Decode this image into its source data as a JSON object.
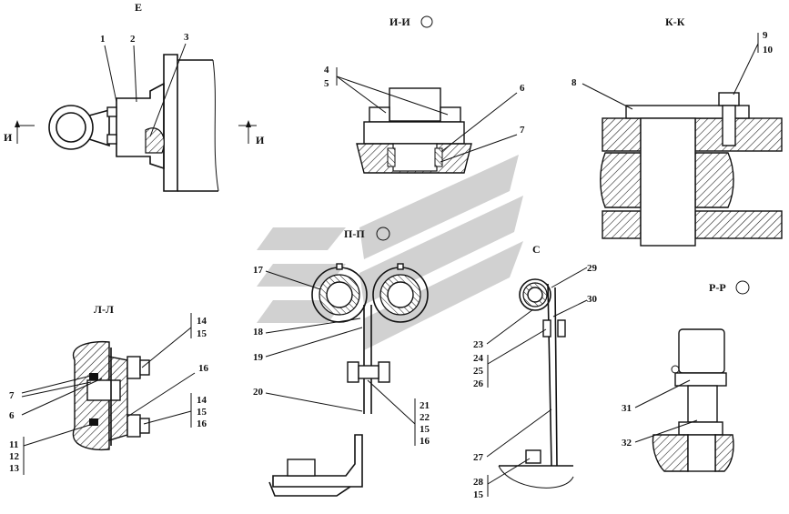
{
  "views": {
    "e": "Е",
    "i": "И-И",
    "k": "К-К",
    "p": "П-П",
    "s": "С",
    "r": "Р-Р",
    "l": "Л-Л"
  },
  "section_arrow": "И",
  "callouts": {
    "c1": "1",
    "c2": "2",
    "c3": "3",
    "c4": "4",
    "c5": "5",
    "c6": "6",
    "c7": "7",
    "c8": "8",
    "c9": "9",
    "c10": "10",
    "c14": "14",
    "c15": "15",
    "c16": "16",
    "c17": "17",
    "c18": "18",
    "c19": "19",
    "c20": "20",
    "c21": "21",
    "c22": "22",
    "c23": "23",
    "c24": "24",
    "c25": "25",
    "c26": "26",
    "c27": "27",
    "c28": "28",
    "c29": "29",
    "c30": "30",
    "c31": "31",
    "c32": "32",
    "c11": "11",
    "c12": "12",
    "c13": "13"
  },
  "watermark_color": "#c9c9c9"
}
